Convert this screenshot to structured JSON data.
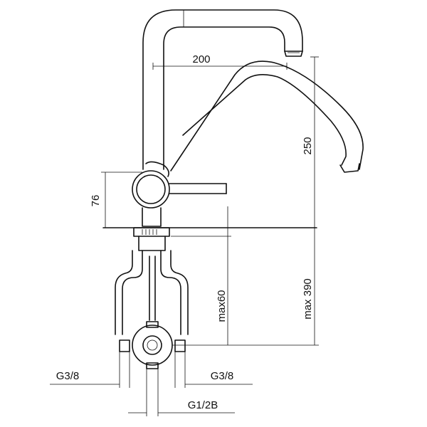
{
  "drawing": {
    "dimensions": {
      "spout_reach": "200",
      "spout_height": "250",
      "handle_height": "76",
      "max_deck_thickness": "max60",
      "max_total_height": "max 390",
      "inlet_left": "G3/8",
      "inlet_right": "G3/8",
      "outlet": "G1/2B"
    },
    "colors": {
      "line": "#111111",
      "background": "#ffffff"
    }
  }
}
